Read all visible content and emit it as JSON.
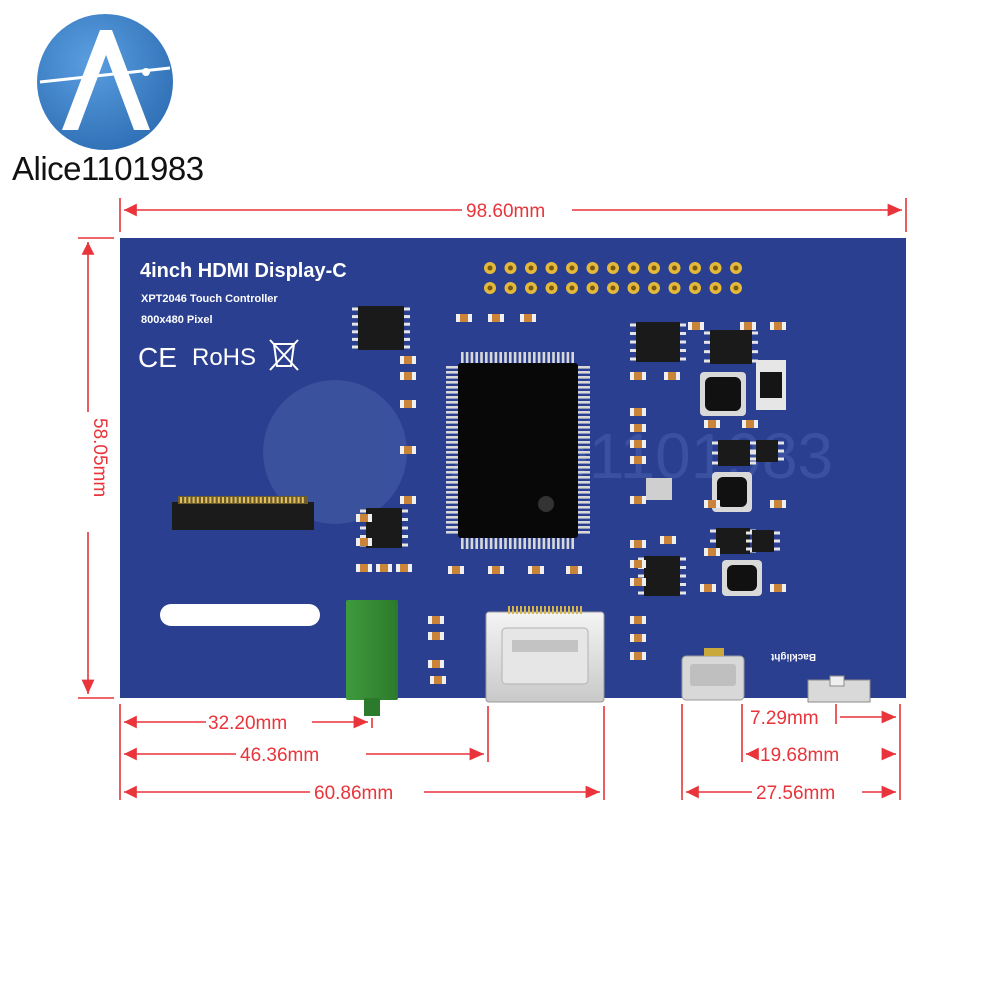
{
  "brand": {
    "name": "Alice1101983"
  },
  "board": {
    "title": "4inch HDMI Display-C",
    "controller": "XPT2046 Touch Controller",
    "resolution": "800x480 Pixel",
    "ce_mark": "CE",
    "rohs_mark": "RoHS",
    "backlight_label": "Backlight"
  },
  "dimensions": {
    "width": "98.60mm",
    "height": "58.05mm",
    "audio_jack_offset": "32.20mm",
    "hdmi_left_offset": "46.36mm",
    "hdmi_right_offset": "60.86mm",
    "backlight_switch": "7.29mm",
    "usb_right_offset": "19.68mm",
    "usb_left_offset": "27.56mm"
  },
  "colors": {
    "pcb": "#2a3f8f",
    "dimension_line": "#e8343a",
    "logo_blue": "#3a7fc4"
  }
}
